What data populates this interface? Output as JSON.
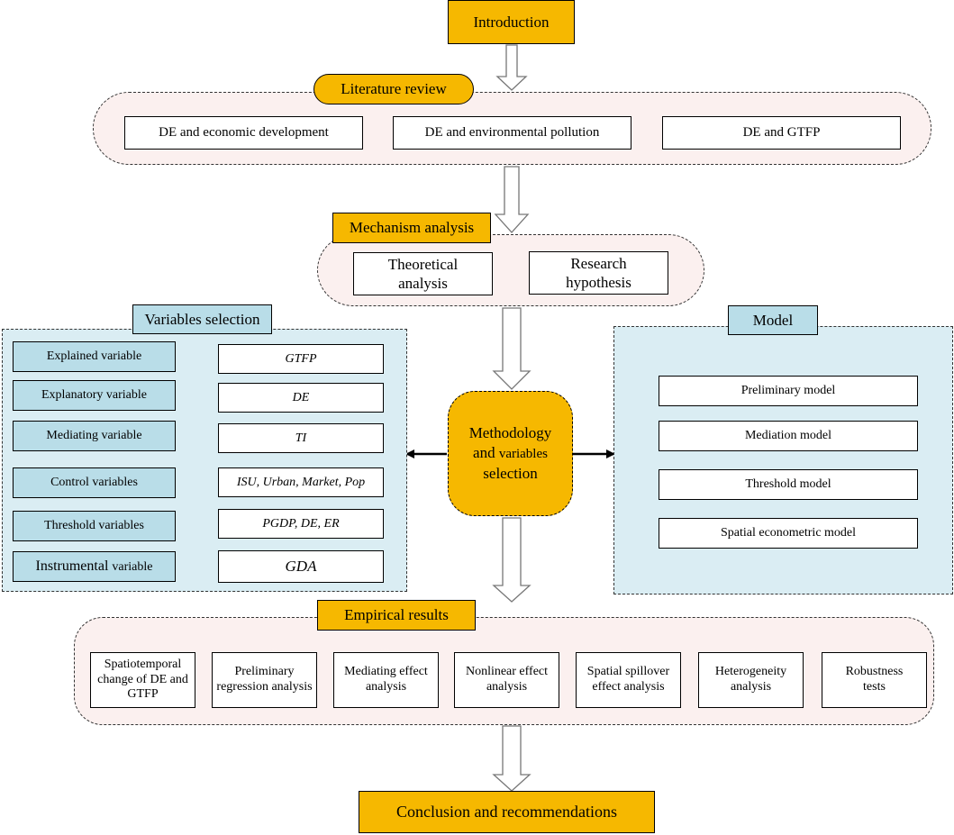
{
  "introduction": "Introduction",
  "literature_review": {
    "title": "Literature review",
    "items": [
      "DE and economic development",
      "DE and environmental pollution",
      "DE and GTFP"
    ]
  },
  "mechanism_analysis": {
    "title": "Mechanism analysis",
    "items": [
      "Theoretical analysis",
      "Research hypothesis"
    ]
  },
  "variables_selection": {
    "title": "Variables selection",
    "rows": [
      {
        "type": "Explained variable",
        "value": "GTFP"
      },
      {
        "type": "Explanatory variable",
        "value": "DE"
      },
      {
        "type": "Mediating variable",
        "value": "TI"
      },
      {
        "type": "Control variables",
        "value": "ISU, Urban, Market, Pop"
      },
      {
        "type": "Threshold variables",
        "value": "PGDP,  DE,  ER"
      },
      {
        "type_main": "Instrumental",
        "type_suffix": "variable",
        "value": "GDA"
      }
    ]
  },
  "methodology": {
    "line1": "Methodology",
    "line2_a": "and",
    "line2_b": "variables",
    "line3": "selection"
  },
  "model": {
    "title": "Model",
    "items": [
      "Preliminary model",
      "Mediation model",
      "Threshold  model",
      "Spatial econometric model"
    ]
  },
  "empirical_results": {
    "title": "Empirical results",
    "items": [
      "Spatiotemporal change of DE and GTFP",
      "Preliminary regression analysis",
      "Mediating effect analysis",
      "Nonlinear effect analysis",
      "Spatial spillover effect analysis",
      "Heterogeneity analysis",
      "Robustness tests"
    ]
  },
  "conclusion": "Conclusion and recommendations",
  "colors": {
    "gold": "#f6b800",
    "pink_panel": "#fbf0ef",
    "blue_panel": "#daedf3",
    "blue_tag": "#b9dde8"
  }
}
